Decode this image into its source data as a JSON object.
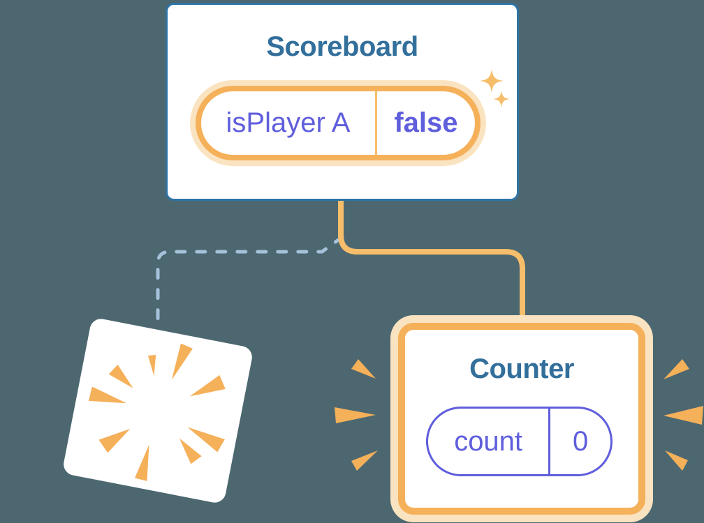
{
  "colors": {
    "background": "#4C6770",
    "card-bg": "#ffffff",
    "card-border-blue": "#2E74A6",
    "title-blue": "#336F9B",
    "orange": "#F5B05A",
    "orange-line": "#F6BD6B",
    "orange-glow": "#FAE3C0",
    "purple": "#5F5EDC",
    "dash-blue": "#A5C2DB"
  },
  "scoreboard": {
    "title": "Scoreboard",
    "state": {
      "key": "isPlayer A",
      "value": "false"
    }
  },
  "counter": {
    "title": "Counter",
    "state": {
      "key": "count",
      "value": "0"
    }
  }
}
